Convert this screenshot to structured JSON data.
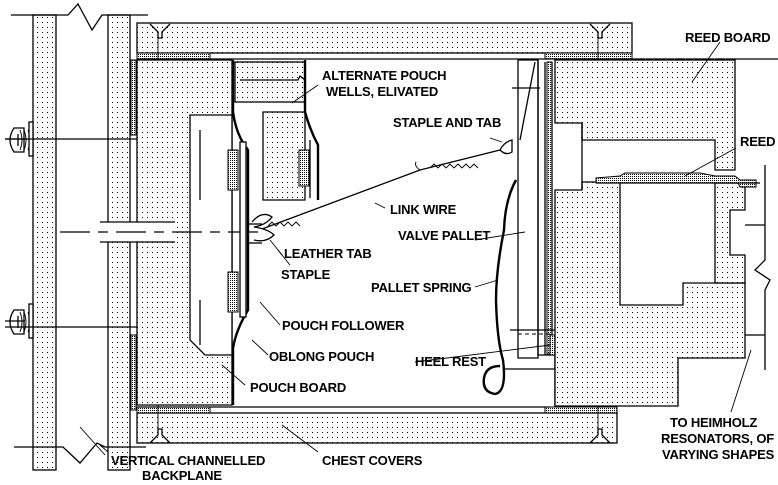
{
  "title": "Reed organ chest cross-section: pouch action to Helmholtz resonators",
  "colors": {
    "ink": "#000000",
    "paper": "#ffffff"
  },
  "labels": {
    "reed_board": "REED BOARD",
    "alternate_pouch_wells_1": "ALTERNATE POUCH",
    "alternate_pouch_wells_2": "WELLS, ELIVATED",
    "staple_and_tab": "STAPLE AND TAB",
    "reed": "REED",
    "link_wire": "LINK WIRE",
    "leather_tab": "LEATHER TAB",
    "valve_pallet": "VALVE PALLET",
    "staple": "STAPLE",
    "pallet_spring": "PALLET SPRING",
    "pouch_follower": "POUCH FOLLOWER",
    "oblong_pouch": "OBLONG POUCH",
    "heel_rest": "HEEL REST",
    "pouch_board": "POUCH BOARD",
    "vertical_backplane_1": "VERTICAL CHANNELLED",
    "vertical_backplane_2": "BACKPLANE",
    "chest_covers": "CHEST COVERS",
    "resonators_1": "TO HEIMHOLZ",
    "resonators_2": "RESONATORS, OF",
    "resonators_3": "VARYING SHAPES"
  }
}
